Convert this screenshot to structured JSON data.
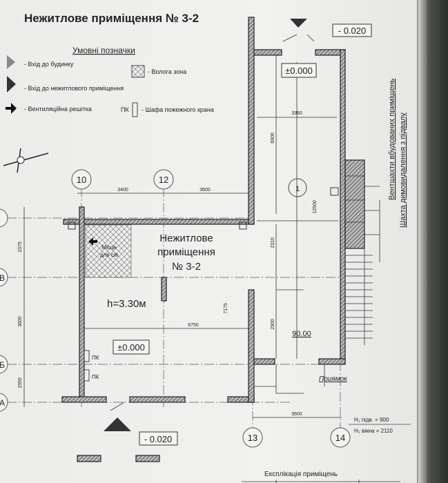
{
  "title": "Нежитлове приміщення № 3-2",
  "legend": {
    "header": "Умовні позначки",
    "items": [
      {
        "icon": "building-entrance-triangle-icon",
        "label": "- Вхід до будинку"
      },
      {
        "icon": "wet-zone-hatch-icon",
        "label": "- Волога зона"
      },
      {
        "icon": "premises-entrance-triangle-icon",
        "label": "- Вхід до нежитлового приміщення"
      },
      {
        "icon": "ventilation-arrow-icon",
        "label": "- Вентиляційна решітка"
      },
      {
        "icon": "fire-hydrant-cabinet-icon",
        "prefix": "ПК",
        "label": "- Шафа пожежного крана"
      }
    ]
  },
  "grid": {
    "columns": [
      "10",
      "12",
      "13",
      "14"
    ],
    "rows": [
      "В",
      "Б",
      "А"
    ]
  },
  "dimensions": {
    "top_a": "3400",
    "top_b": "3600",
    "d3350": "3350",
    "d6900": "6900",
    "d12500": "12500",
    "d2310": "2310",
    "d2900": "2900",
    "d7175": "7175",
    "d6750": "6750",
    "left_a": "2375",
    "left_b": "3600",
    "left_c": "1550",
    "bottom": "3600"
  },
  "room": {
    "line1": "Нежитлове",
    "line2": "приміщення",
    "line3": "№ 3-2",
    "height": "h=3.30м",
    "wc_line1": "Місце",
    "wc_line2": "для с/в",
    "level": "±0.000",
    "pk1": "ПК",
    "pk2": "ПК"
  },
  "corridor": {
    "number": "1",
    "level": "±0.000",
    "area": "90.00"
  },
  "levels": {
    "top_outside": "- 0.020",
    "bottom_outside": "- 0.020"
  },
  "annotations": {
    "vent": "Вентшахти вбудованих приміщень",
    "smoke": "Шахта димовидалення з підвалу",
    "pit": "Приямок",
    "h1": "H₁ підв.  =  900",
    "h2": "H₂ вікна  = 2110"
  },
  "explication_title": "Експлікація приміщень"
}
